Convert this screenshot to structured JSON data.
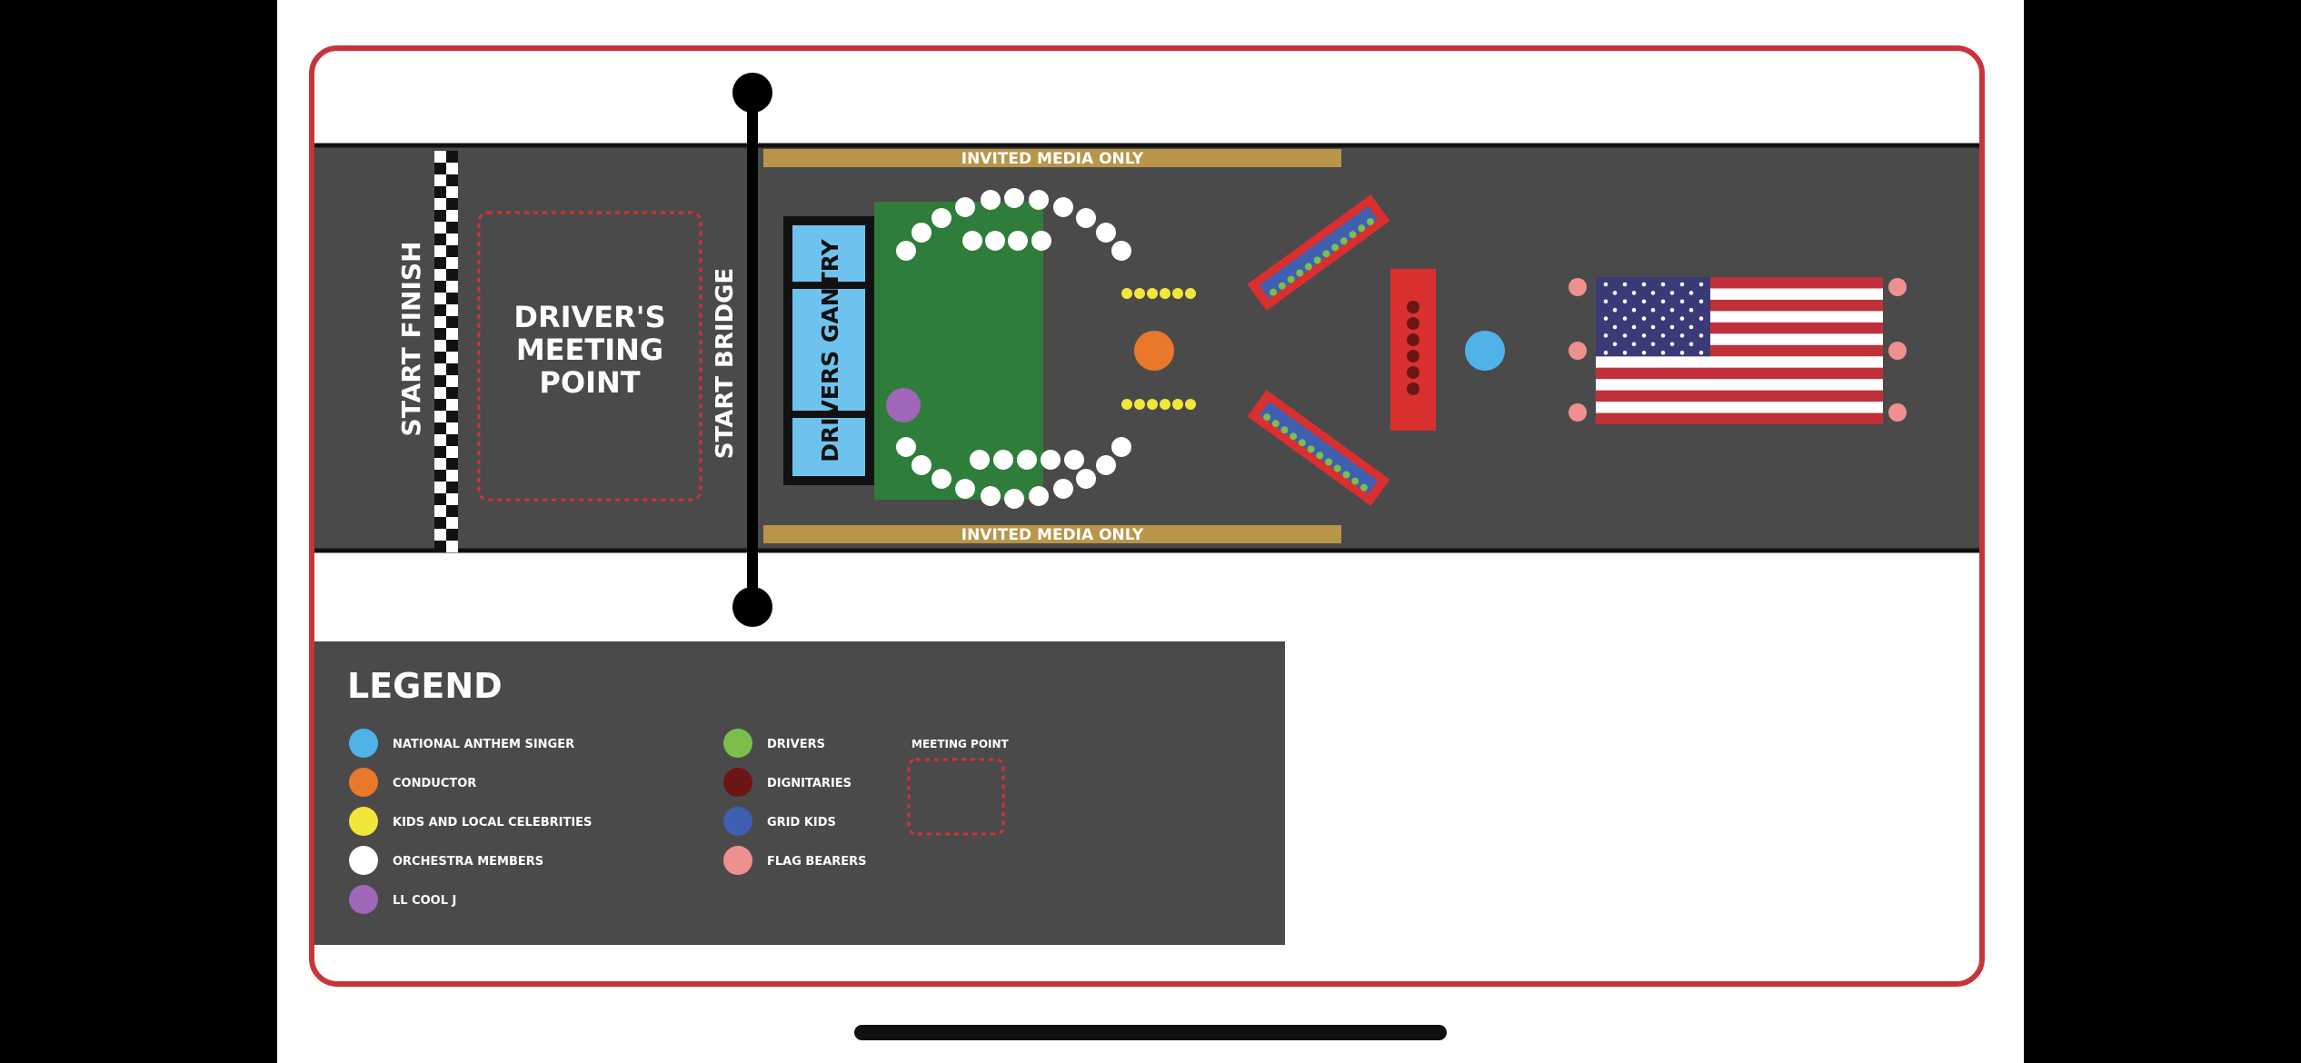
{
  "labels": {
    "start_finish": "START FINISH",
    "meeting_point_line1": "DRIVER'S",
    "meeting_point_line2": "MEETING",
    "meeting_point_line3": "POINT",
    "start_bridge": "START BRIDGE",
    "drivers_gantry": "DRIVERS GANTRY",
    "media_top": "INVITED MEDIA ONLY",
    "media_bottom": "INVITED MEDIA ONLY"
  },
  "legend": {
    "title": "LEGEND",
    "items": [
      {
        "label": "NATIONAL ANTHEM SINGER",
        "color": "#4fb3e8"
      },
      {
        "label": "CONDUCTOR",
        "color": "#e8782a"
      },
      {
        "label": "KIDS AND LOCAL CELEBRITIES",
        "color": "#f3e63a"
      },
      {
        "label": "ORCHESTRA MEMBERS",
        "color": "#ffffff"
      },
      {
        "label": "LL COOL J",
        "color": "#a066b8"
      },
      {
        "label": "DRIVERS",
        "color": "#7bbf4a"
      },
      {
        "label": "DIGNITARIES",
        "color": "#6b1515"
      },
      {
        "label": "GRID KIDS",
        "color": "#3f5fb0"
      },
      {
        "label": "FLAG BEARERS",
        "color": "#ef9090"
      }
    ],
    "meeting_point_label": "MEETING POINT"
  },
  "colors": {
    "track": "#4a4a4a",
    "frame": "#c8343a",
    "gold": "#b89548",
    "gantry_blue": "#6ec3ee",
    "stage_green": "#2e7d3a",
    "riser_red": "#d9302f",
    "flag_blue": "#3a3a78",
    "flag_red": "#c0303a"
  }
}
